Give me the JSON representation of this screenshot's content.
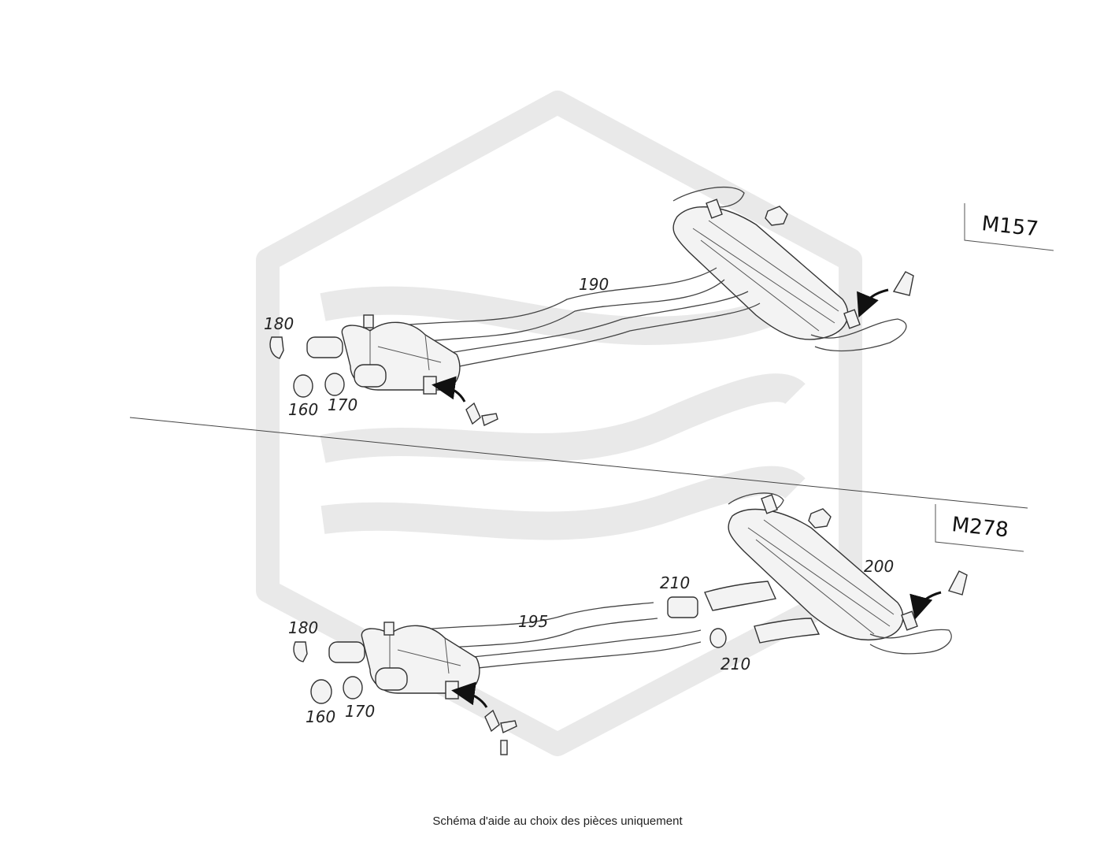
{
  "caption": "Schéma d'aide au choix des pièces uniquement",
  "colors": {
    "watermark": "#e9e9e9",
    "line": "#333333"
  },
  "icons": {
    "watermark": "hexagon-logo-watermark",
    "arrow": "curved-arrow-icon"
  },
  "upper": {
    "engine": "M157",
    "refs": {
      "r190": "190",
      "r180": "180",
      "r160": "160",
      "r170": "170"
    }
  },
  "lower": {
    "engine": "M278",
    "refs": {
      "r200": "200",
      "r210a": "210",
      "r195": "195",
      "r210b": "210",
      "r180": "180",
      "r160": "160",
      "r170": "170"
    }
  }
}
